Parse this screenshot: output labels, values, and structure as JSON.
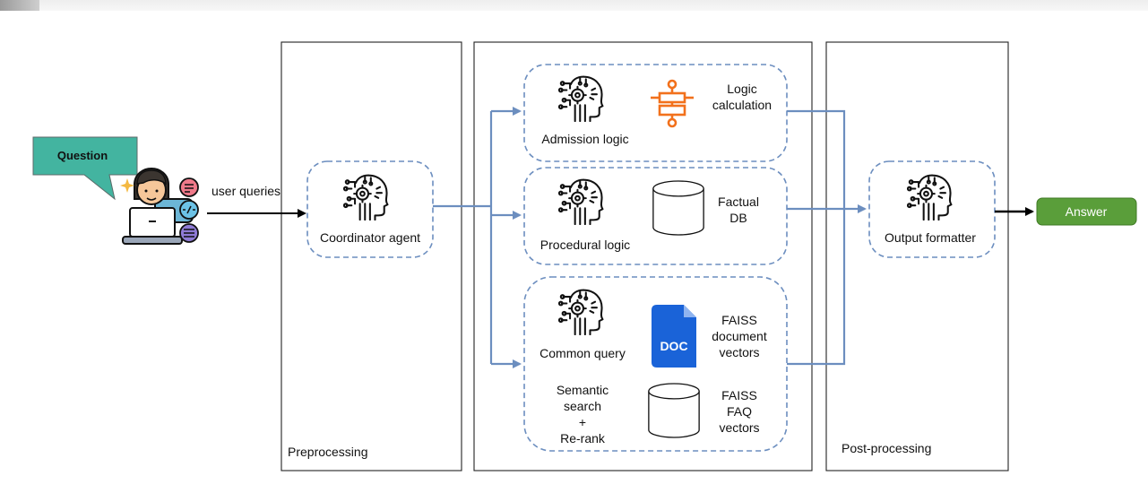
{
  "question_label": "Question",
  "user_queries_label": "user queries",
  "coordinator_label": "Coordinator agent",
  "admission_label": "Admission logic",
  "logic_calc_line1": "Logic",
  "logic_calc_line2": "calculation",
  "procedural_label": "Procedural logic",
  "factual_line1": "Factual",
  "factual_line2": "DB",
  "common_query_label": "Common query",
  "doc_badge": "DOC",
  "faiss_doc_line1": "FAISS",
  "faiss_doc_line2": "document",
  "faiss_doc_line3": "vectors",
  "semantic_line1": "Semantic",
  "semantic_line2": "search",
  "semantic_line3": "+",
  "semantic_line4": "Re-rank",
  "faiss_faq_line1": "FAISS",
  "faiss_faq_line2": "FAQ",
  "faiss_faq_line3": "vectors",
  "output_formatter_label": "Output formatter",
  "answer_label": "Answer",
  "preprocessing_label": "Preprocessing",
  "postprocessing_label": "Post-processing",
  "colors": {
    "question_fill": "#43b4a0",
    "answer_fill": "#5a9e3a",
    "flow_blue": "#6c8ebf",
    "dash_blue": "#6c8ebf",
    "logic_orange": "#f2711c",
    "doc_blue": "#1a63d8"
  },
  "icons": [
    "user-laptop-icon",
    "robot-head-icon",
    "flowchart-icon",
    "database-cylinder-icon",
    "document-icon"
  ]
}
